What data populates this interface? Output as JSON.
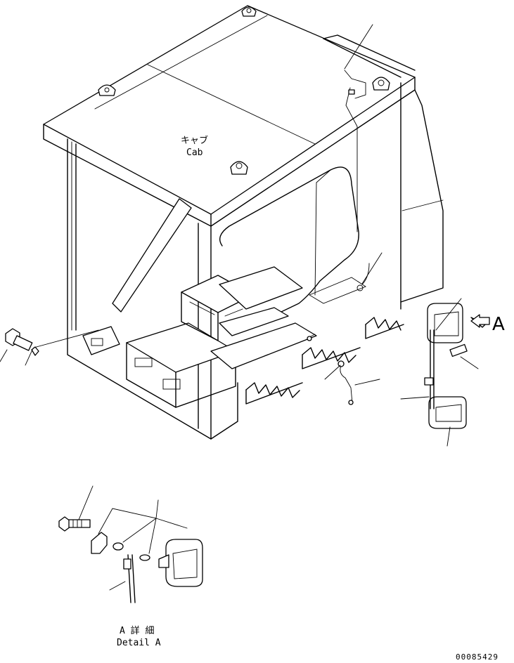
{
  "labels": {
    "cab_jp": "キャブ",
    "cab_en": "Cab",
    "view_arrow": "A",
    "detail_jp": "A 詳 細",
    "detail_en": "Detail A",
    "drawing_code": "00085429"
  }
}
